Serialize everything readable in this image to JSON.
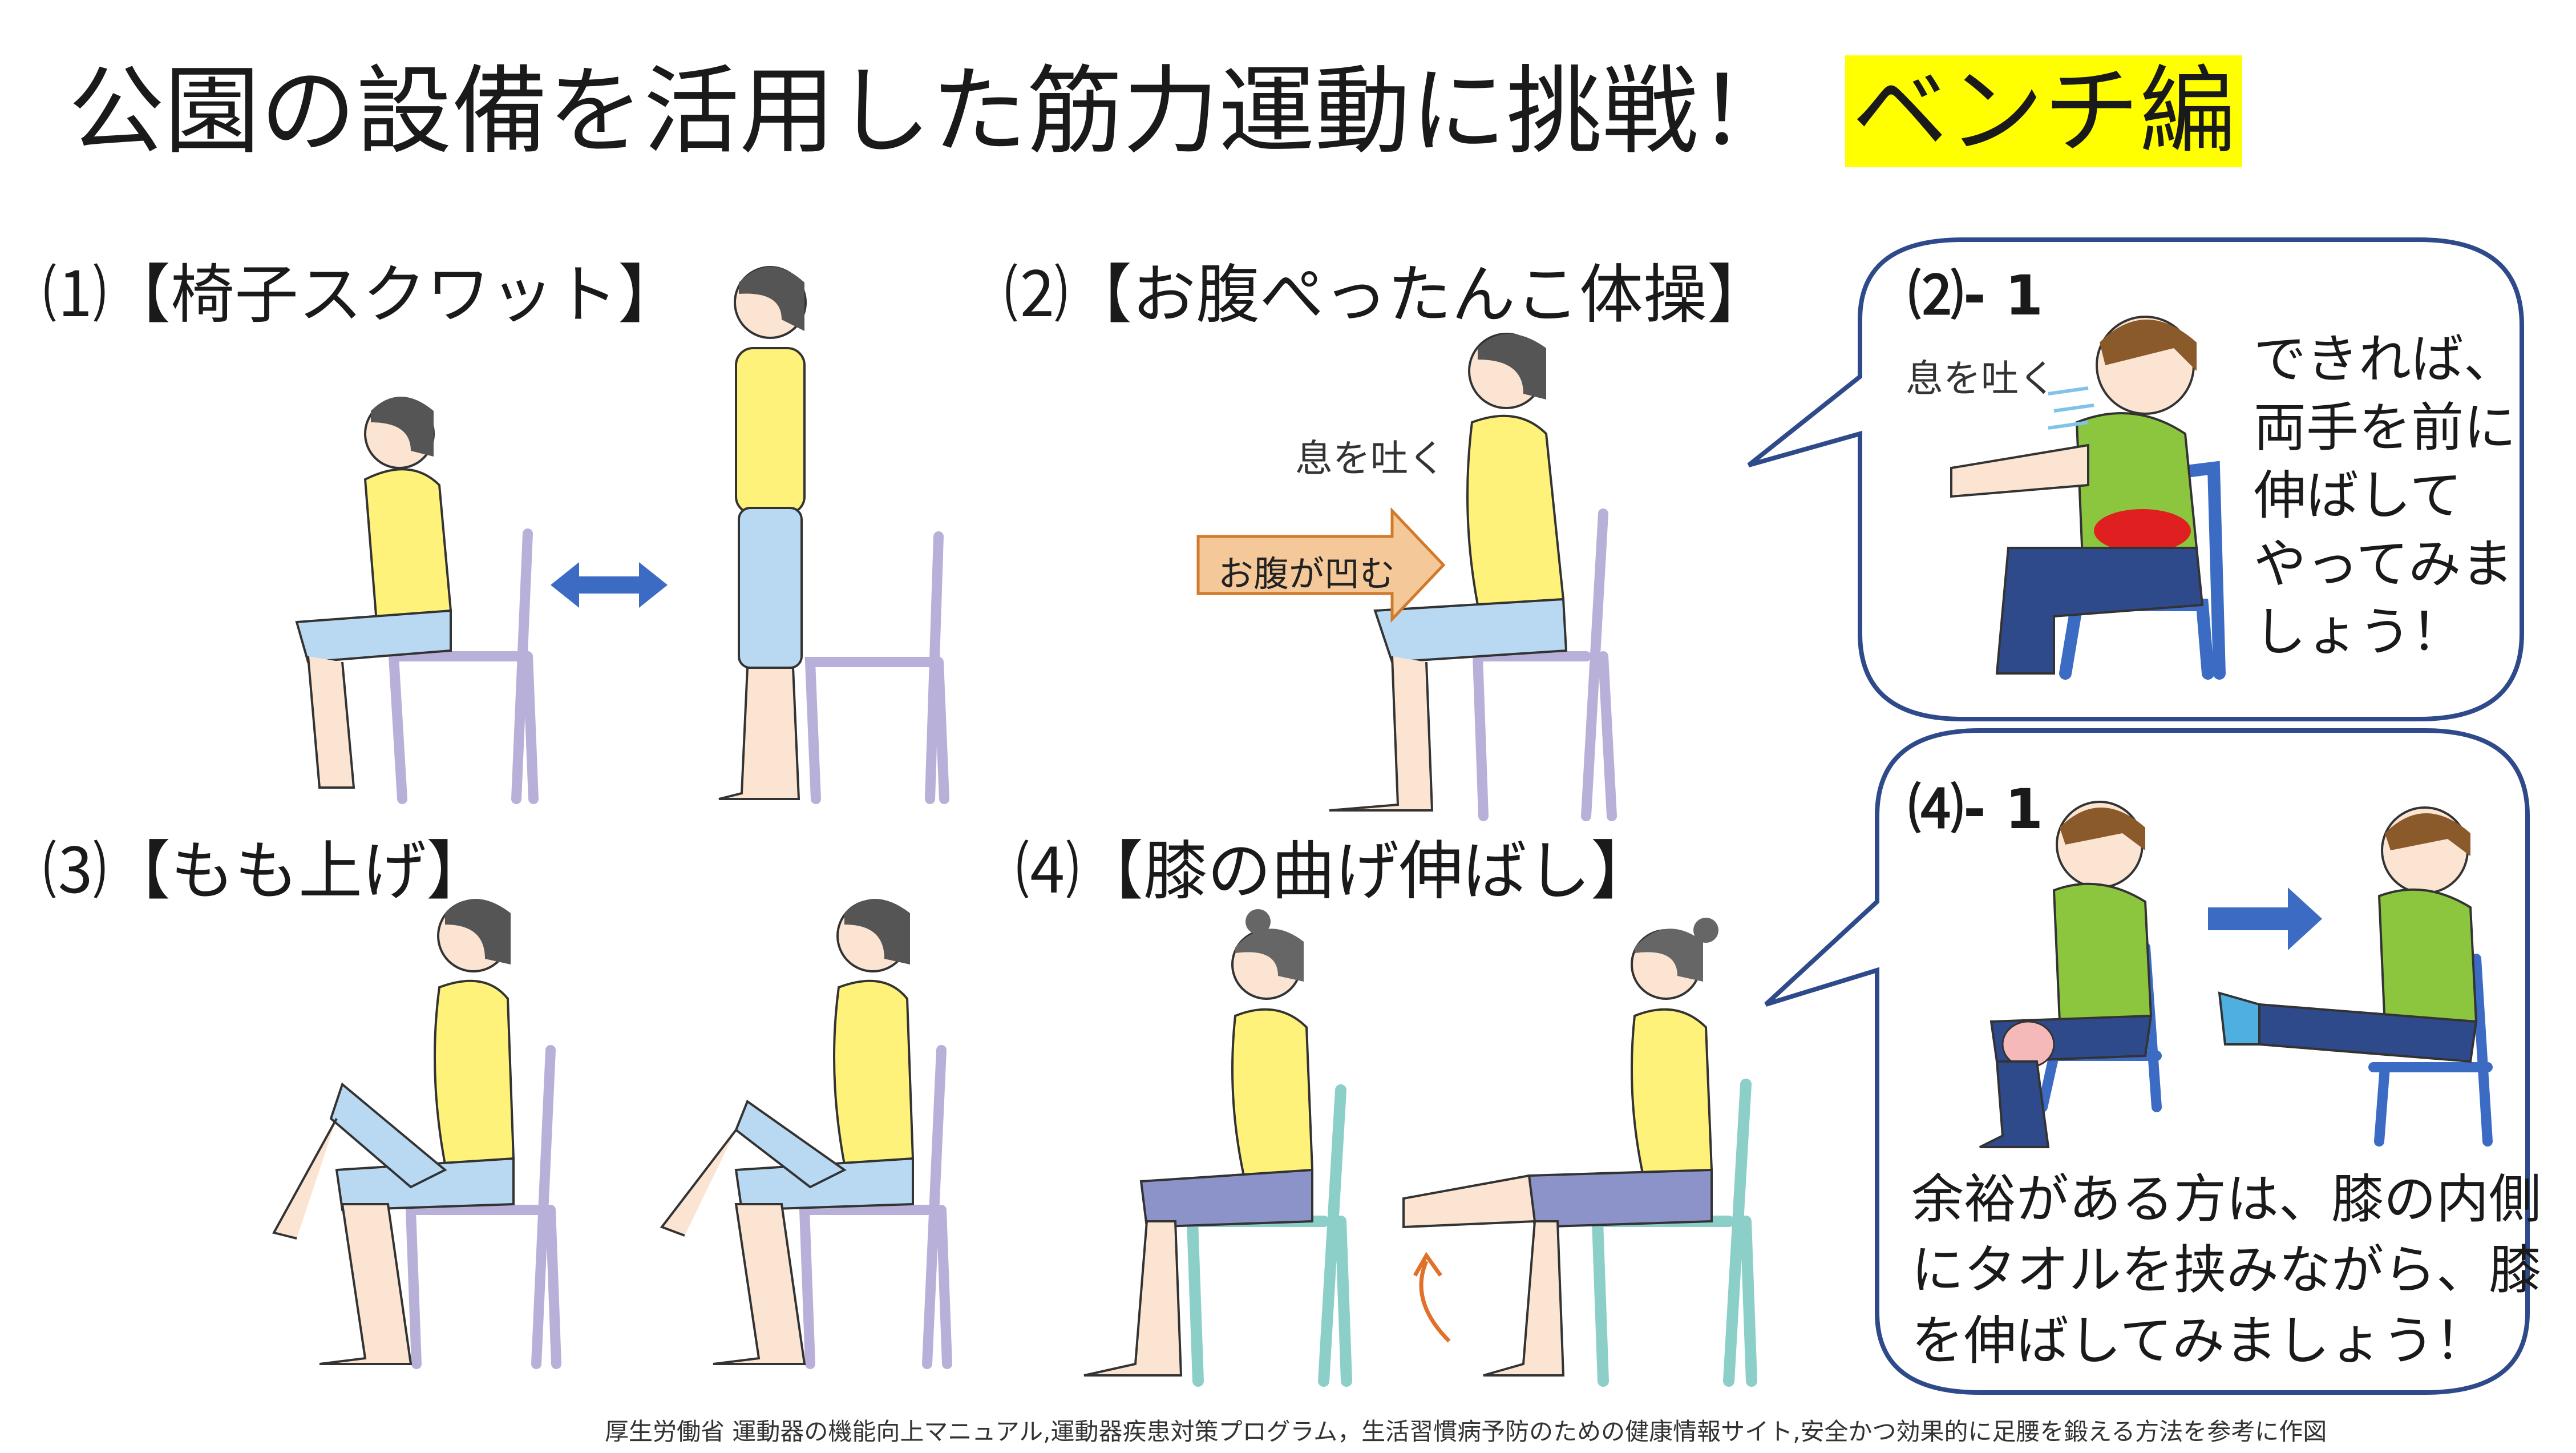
{
  "title": {
    "main": "公園の設備を活用した筋力運動に挑戦！",
    "highlight": "ベンチ編"
  },
  "sections": {
    "s1": "⑴【椅子スクワット】",
    "s2": "⑵【お腹ぺったんこ体操】",
    "s3": "⑶【もも上げ】",
    "s4": "⑷【膝の曲げ伸ばし】"
  },
  "s2_labels": {
    "exhale": "息を吐く",
    "belly": "お腹が凹む"
  },
  "bubble1": {
    "label": "⑵- 1",
    "exhale": "息を吐く",
    "text": [
      "できれば、",
      "両手を前に",
      "伸ばして",
      "やってみま",
      "しょう！"
    ]
  },
  "bubble2": {
    "label": "⑷- 1",
    "text": [
      "余裕がある方は、膝の内側",
      "にタオルを挟みながら、膝",
      "を伸ばしてみましょう！"
    ]
  },
  "footer": "厚生労働省 運動器の機能向上マニュアル,運動器疾患対策プログラム，生活習慣病予防のための健康情報サイト,安全かつ効果的に足腰を鍛える方法を参考に作図",
  "colors": {
    "highlight": "#ffff00",
    "chair_purple": "#b8b0d8",
    "chair_teal": "#8ccfc8",
    "shirt": "#fff27a",
    "pants": "#b9d9f2",
    "arrow_blue": "#3c6bc4",
    "belly_arrow": "#f5c89a",
    "bubble_border": "#2f4a8a"
  }
}
